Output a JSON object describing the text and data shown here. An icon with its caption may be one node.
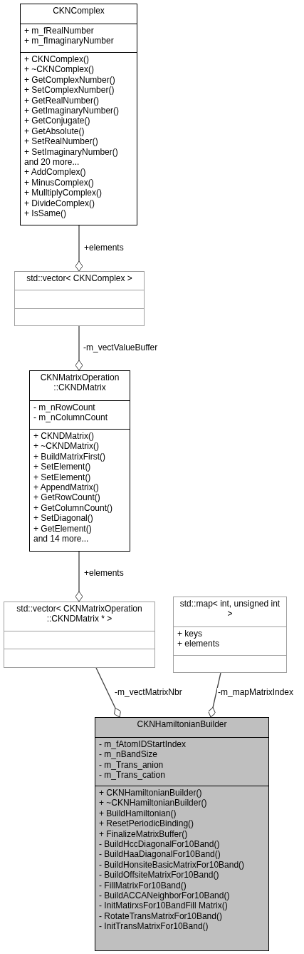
{
  "diagram": {
    "nodes": [
      {
        "text": [
          "CKNComplex"
        ]
      },
      {
        "text": [
          "+ m_fRealNumber",
          "+ m_fImaginaryNumber"
        ],
        "in": 0
      },
      {
        "text": [
          "+ CKNComplex()",
          "+ ~CKNComplex()",
          "+ GetComplexNumber()",
          "+ SetComplexNumber()",
          "+ GetRealNumber()",
          "+ GetImaginaryNumber()",
          "+ GetConjugate()",
          "+ GetAbsolute()",
          "+ SetRealNumber()",
          "+ SetImaginaryNumber()",
          "and 20 more...",
          "+ AddComplex()",
          "+ MinusComplex()",
          "+ MulltiplyComplex()",
          "+ DivideComplex()",
          "+ IsSame()"
        ],
        "in": 0
      },
      {
        "text": [
          "std::vector< CKNComplex >"
        ]
      },
      {
        "text": [],
        "shape": "box",
        "in": 3
      },
      {
        "text": [],
        "shape": "box",
        "in": 3
      },
      {
        "text": [
          "CKNMatrixOperation ::CKNDMatrix"
        ]
      },
      {
        "text": [
          "- m_nRowCount",
          "- m_nColumnCount"
        ],
        "in": 6
      },
      {
        "text": [
          "+ CKNDMatrix()",
          "+ ~CKNDMatrix()",
          "+ BuildMatrixFirst()",
          "+ SetElement()",
          "+ SetElement()",
          "+ AppendMatrix()",
          "+ GetRowCount()",
          "+ GetColumnCount()",
          "+ SetDiagonal()",
          "+ GetElement()",
          "and 14 more..."
        ],
        "in": 6
      },
      {
        "text": [
          "std::vector< CKNMatrixOperation ::CKNDMatrix * >"
        ]
      },
      {
        "text": [],
        "shape": "box",
        "in": 9
      },
      {
        "text": [],
        "shape": "box",
        "in": 9
      },
      {
        "text": [
          "std::map< int, unsigned int >"
        ]
      },
      {
        "text": [
          "+ keys",
          "+ elements"
        ],
        "in": 12
      },
      {
        "text": [],
        "shape": "box",
        "in": 12
      },
      {
        "text": [
          "CKNHamiltonianBuilder"
        ]
      },
      {
        "text": [
          "- m_fAtomIDStartIndex",
          "- m_nBandSize",
          "- m_Trans_anion",
          "- m_Trans_cation"
        ],
        "in": 15
      },
      {
        "text": [
          "+ CKNHamiltonianBuilder()",
          "+ ~CKNHamiltonianBuilder()",
          "+ BuildHamiltonian()",
          "+ ResetPeriodicBinding()",
          "+ FinalizeMatrixBuffer()",
          "- BuildHccDiagonalFor10Band()",
          "- BuildHaaDiagonalFor10Band()",
          "- BuildHonsiteBasicMatrixFor10Band()",
          "- BuildOffsiteMatrixFor10Band()",
          "- FillMatrixFor10Band()",
          "- BuildACCANeighborFor10Band()",
          "- InitMatirxsFor10BandFill Matrix()",
          "- RotateTransMatrixFor10Band()",
          "- InitTransMatrixFor10Band()"
        ],
        "in": 15
      }
    ],
    "edges": [
      {
        "from": 0,
        "to": 3,
        "arrow": "other",
        "label": "+elements"
      },
      {
        "from": 3,
        "to": 6,
        "arrow": "other",
        "label": "-m_vectValueBuffer"
      },
      {
        "from": 6,
        "to": 9,
        "arrow": "other",
        "label": "+elements"
      },
      {
        "from": 9,
        "to": 15,
        "arrow": "other",
        "label": "-m_vectMatrixNbr"
      },
      {
        "from": 12,
        "to": 15,
        "arrow": "other",
        "label": "-m_mapMatrixIndex"
      }
    ]
  }
}
